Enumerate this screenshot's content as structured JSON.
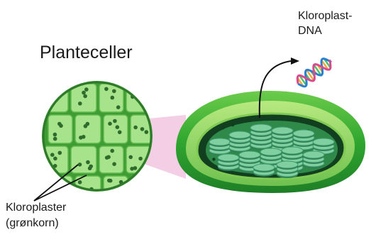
{
  "diagram": {
    "title": "Planteceller",
    "dna_label": "Kloroplast-\nDNA",
    "chloroplast_label": "Kloroplaster\n(grønkorn)",
    "icons": [
      "plant-cell-icon",
      "chloroplast-icon",
      "dna-helix-icon",
      "arrow-icon"
    ],
    "colors": {
      "cell_fill": "#a6e38a",
      "cell_wall": "#4aa33a",
      "chloroplast_dot": "#2f6b2c",
      "outer_membrane": "#2e9a2e",
      "inner_membrane": "#8fd46a",
      "thylakoid": "#6fbf8f",
      "stroma_dark": "#0f3d1e",
      "zoom_cone": "#f1c6df",
      "dna_blue": "#2a7fd0",
      "dna_pink": "#d94a8f"
    }
  }
}
